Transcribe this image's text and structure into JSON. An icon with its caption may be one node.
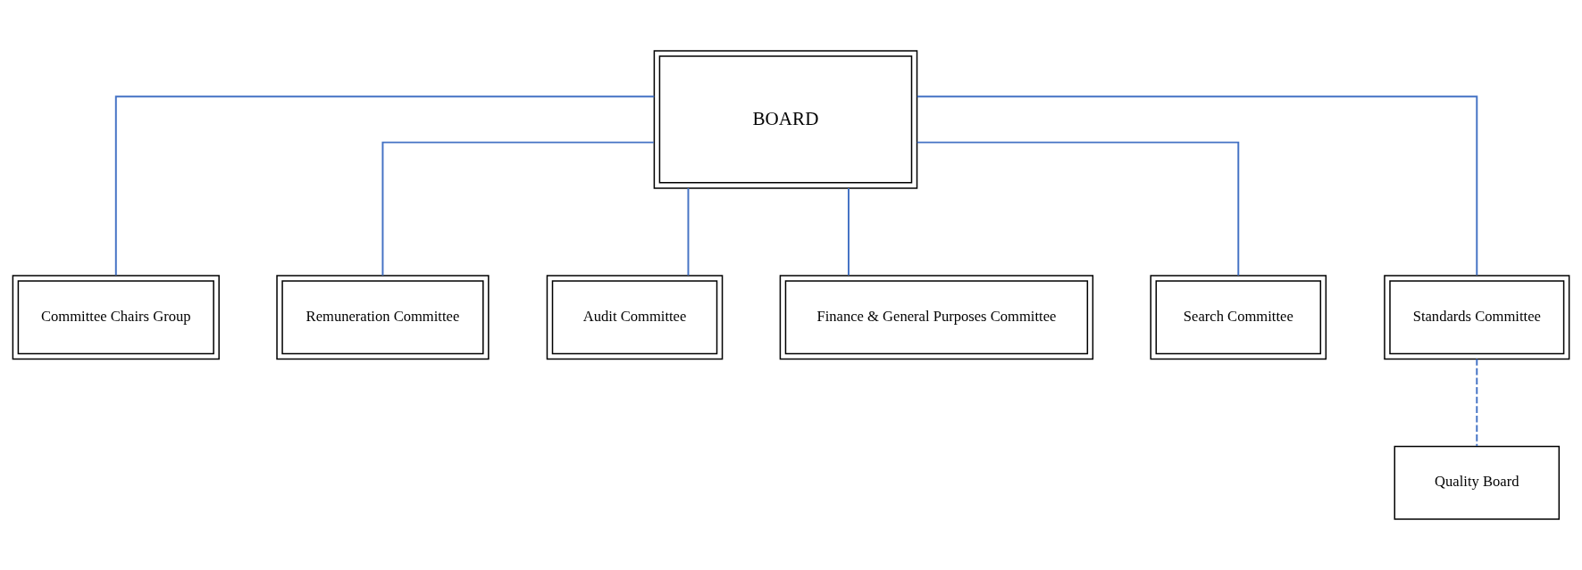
{
  "diagram": {
    "nodes": [
      {
        "text": [
          "BOARD"
        ]
      },
      {
        "text": [
          "Committee Chairs Group"
        ]
      },
      {
        "text": [
          "Remuneration Committee"
        ]
      },
      {
        "text": [
          "Audit Committee"
        ]
      },
      {
        "text": [
          "Finance & General Purposes Committee"
        ]
      },
      {
        "text": [
          "Search Committee"
        ]
      },
      {
        "text": [
          "Standards Committee"
        ]
      },
      {
        "text": [
          "Quality Board"
        ]
      }
    ],
    "edges": [
      {
        "from": 0,
        "to": 1,
        "arrow": "none"
      },
      {
        "from": 0,
        "to": 2,
        "arrow": "none"
      },
      {
        "from": 0,
        "to": 3,
        "arrow": "none"
      },
      {
        "from": 0,
        "to": 4,
        "arrow": "none"
      },
      {
        "from": 0,
        "to": 5,
        "arrow": "none"
      },
      {
        "from": 0,
        "to": 6,
        "arrow": "none"
      },
      {
        "from": 6,
        "to": 7,
        "arrow": "none",
        "style": "dashed"
      }
    ]
  }
}
